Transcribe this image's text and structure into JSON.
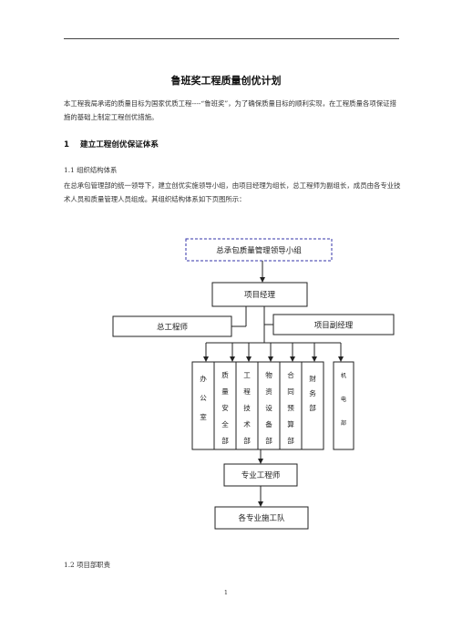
{
  "document": {
    "title": "鲁班奖工程质量创优计划",
    "intro": "本工程我局承诺的质量目标为国家优质工程----“鲁班奖”，为了确保质量目标的顺利实现，在工程质量各项保证措施的基础上制定工程创优措施。",
    "section1": {
      "number": "1",
      "title": "建立工程创优保证体系"
    },
    "section1_1": {
      "title": "1.1 组织结构体系"
    },
    "section1_1_text": "在总承包管理部的统一领导下，建立创优实施领导小组，由项目经理为组长，总工程师为副组长，成员由各专业技术人员和质量管理人员组成。其组织结构体系如下页图所示：",
    "section1_2": {
      "title": "1.2 项目部职责"
    },
    "page_number": "1"
  },
  "org_chart": {
    "top": "总承包质量管理领导小组",
    "manager": "项目经理",
    "chief_engineer": "总工程师",
    "deputy_manager": "项目副经理",
    "departments": [
      {
        "chars": [
          "办",
          "公",
          "室"
        ]
      },
      {
        "chars": [
          "质",
          "量",
          "安",
          "全",
          "部"
        ]
      },
      {
        "chars": [
          "工",
          "程",
          "技",
          "术",
          "部"
        ]
      },
      {
        "chars": [
          "物",
          "资",
          "设",
          "备",
          "部"
        ]
      },
      {
        "chars": [
          "合",
          "同",
          "预",
          "算",
          "部"
        ]
      },
      {
        "chars": [
          "财",
          "务",
          "部"
        ]
      },
      {
        "chars": [
          "机",
          "电",
          "部"
        ]
      }
    ],
    "specialist": "专业工程师",
    "teams": "各专业施工队"
  }
}
